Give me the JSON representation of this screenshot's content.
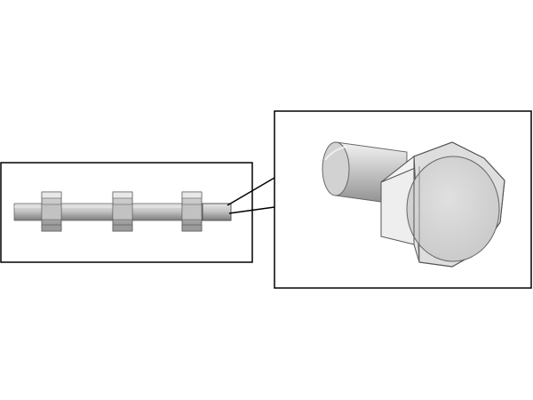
{
  "figure": {
    "background": "#ffffff",
    "frame_color": "#000000",
    "overview": {
      "components": [
        "nut",
        "nut",
        "nut"
      ]
    },
    "detail": {
      "component": "bolt-head"
    },
    "palette": {
      "shaft_light": "#e9e9e9",
      "shaft_mid": "#b5b5b5",
      "shaft_dark": "#7a7a7a",
      "nut_face": "#d4d4d4",
      "nut_side": "#ececec",
      "nut_top": "#f4f4f4",
      "outline": "#555555"
    }
  }
}
